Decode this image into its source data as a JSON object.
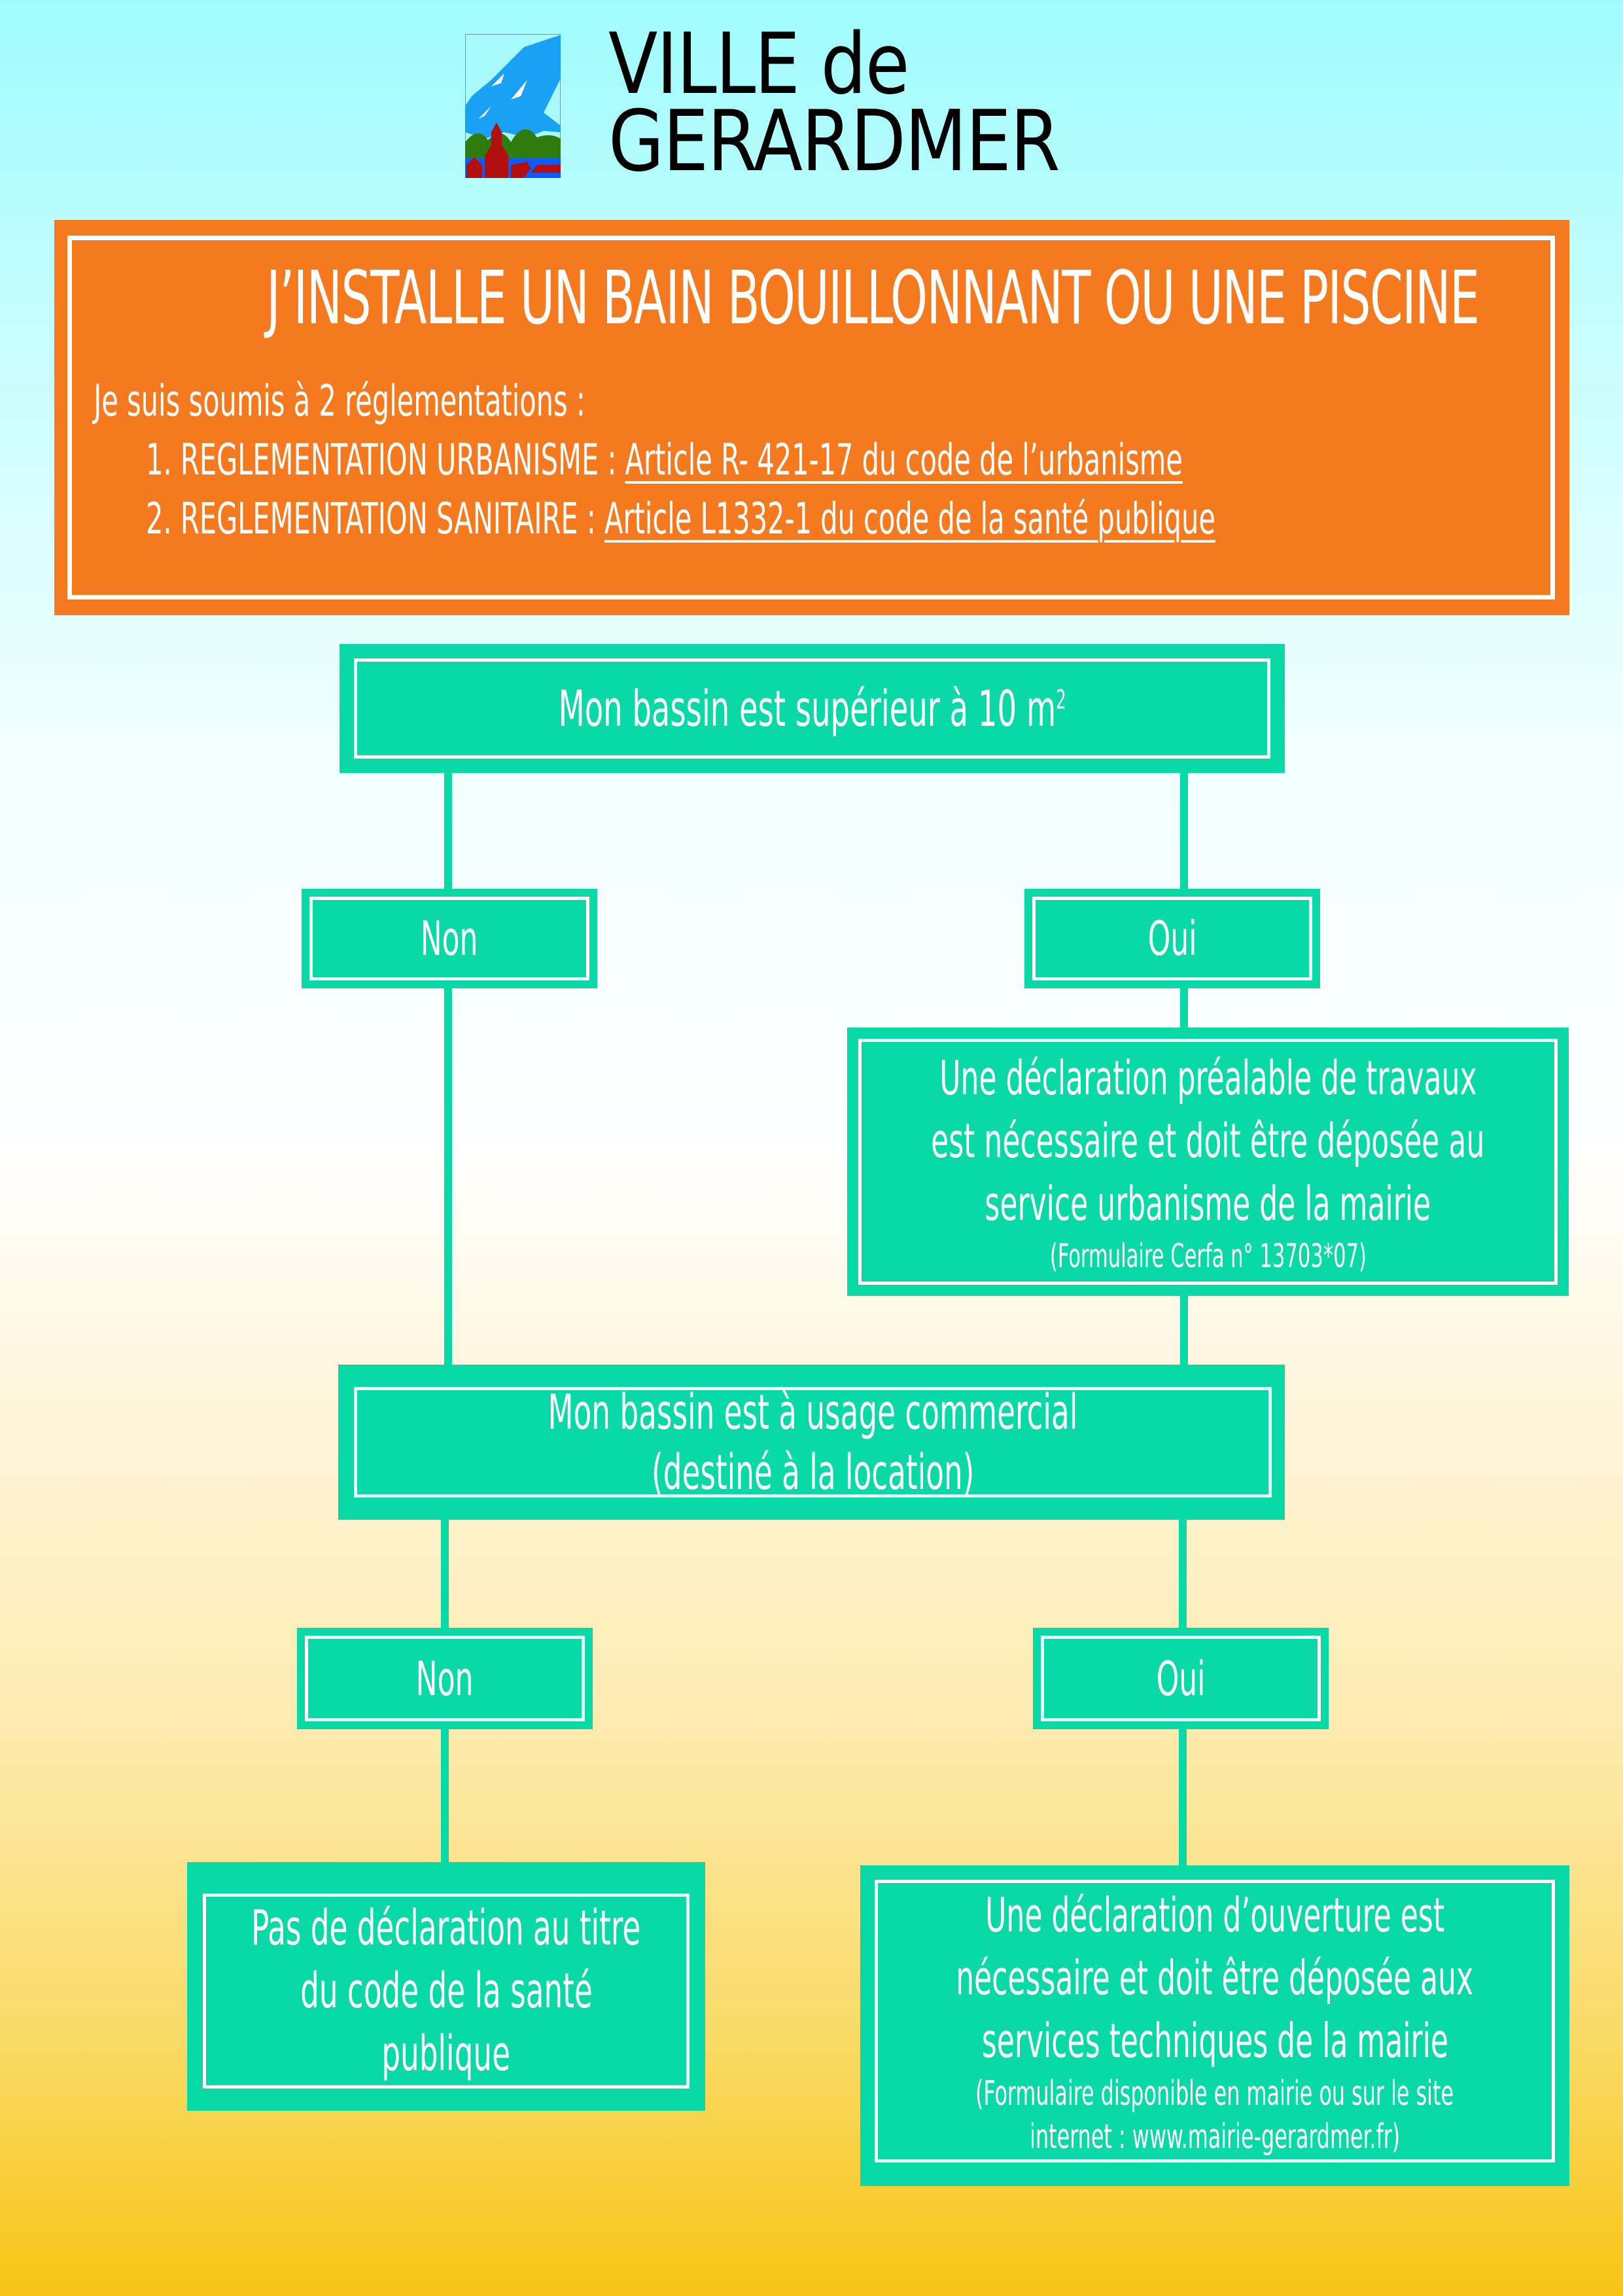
{
  "header": {
    "logo_name": "Ville de Gérardmer coat",
    "brand_line1": "VILLE de",
    "brand_line2": "GERARDMER"
  },
  "banner": {
    "title": "J’INSTALLE UN BAIN BOUILLONNANT OU UNE PISCINE",
    "lead": "Je suis soumis à 2 réglementations :",
    "rules": [
      {
        "prefix": "1. REGLEMENTATION URBANISME : ",
        "link": "Article R- 421-17 du code de l’urbanisme"
      },
      {
        "prefix": "2. REGLEMENTATION SANITAIRE : ",
        "link": "Article L1332-1 du code de la santé publique"
      }
    ]
  },
  "flow": {
    "q1": {
      "text": "Mon bassin est supérieur à 10 m",
      "sup": "2"
    },
    "q1_no": "Non",
    "q1_yes": "Oui",
    "q1_yes_result": {
      "lines": [
        "Une déclaration préalable de travaux",
        "est nécessaire et doit être déposée au",
        "service urbanisme de la mairie"
      ],
      "note": "(Formulaire Cerfa n° 13703*07)"
    },
    "q2": {
      "lines": [
        "Mon bassin est à usage commercial",
        "(destiné à la location)"
      ]
    },
    "q2_no": "Non",
    "q2_yes": "Oui",
    "q2_no_result": {
      "lines": [
        "Pas de déclaration au titre",
        "du code de la santé",
        "publique"
      ]
    },
    "q2_yes_result": {
      "lines": [
        "Une déclaration d’ouverture est",
        "nécessaire et doit être déposée aux",
        "services techniques de la mairie"
      ],
      "notes": [
        "(Formulaire disponible en mairie ou sur le site",
        "internet : www.mairie-gerardmer.fr)"
      ]
    }
  },
  "colors": {
    "orange": "#f57a1f",
    "teal": "#08d9a6",
    "top": "#9ffcfd",
    "bottom": "#f7c414"
  }
}
